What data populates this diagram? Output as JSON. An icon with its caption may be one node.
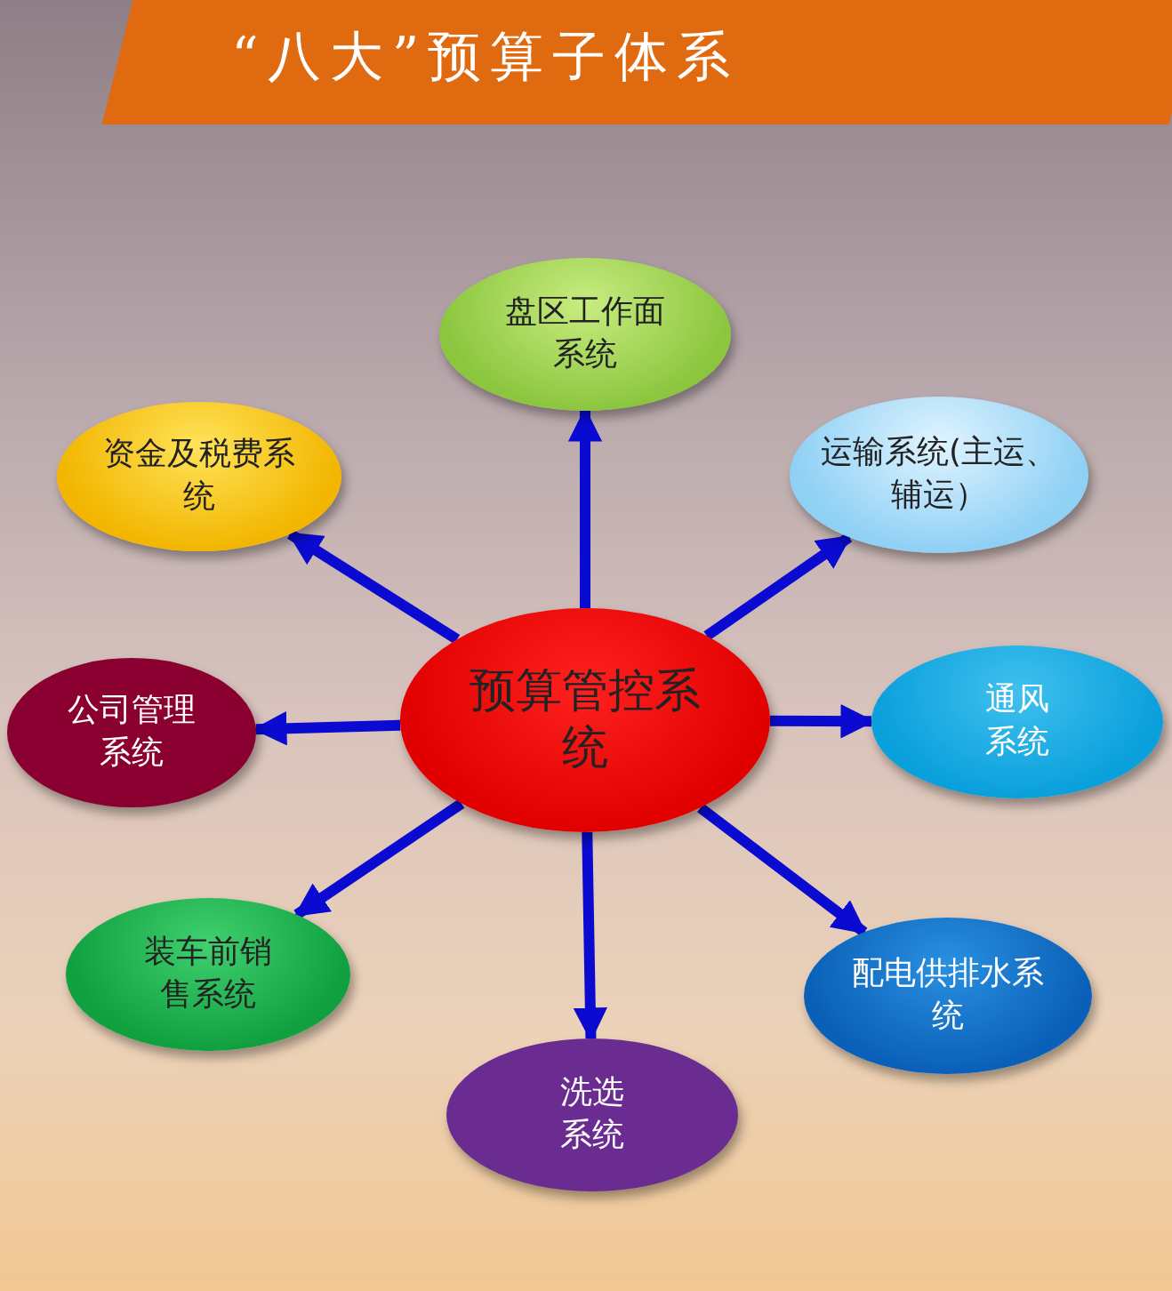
{
  "diagram": {
    "title": "“八大”预算子体系",
    "nodes": [
      {
        "text": [
          "预算管控系统"
        ]
      },
      {
        "text": [
          "盘区工作面系统"
        ]
      },
      {
        "text": [
          "资金及税费系统"
        ]
      },
      {
        "text": [
          "运输系统(主运、辅运）"
        ]
      },
      {
        "text": [
          "公司管理系统"
        ]
      },
      {
        "text": [
          "通风系统"
        ]
      },
      {
        "text": [
          "装车前销售系统"
        ]
      },
      {
        "text": [
          "配电供排水系统"
        ]
      },
      {
        "text": [
          "洗选系统"
        ]
      }
    ],
    "edges": [
      {
        "from": 0,
        "to": 1,
        "arrow": "to"
      },
      {
        "from": 0,
        "to": 2,
        "arrow": "to"
      },
      {
        "from": 0,
        "to": 3,
        "arrow": "to"
      },
      {
        "from": 0,
        "to": 4,
        "arrow": "to"
      },
      {
        "from": 0,
        "to": 5,
        "arrow": "to"
      },
      {
        "from": 0,
        "to": 6,
        "arrow": "to"
      },
      {
        "from": 0,
        "to": 7,
        "arrow": "to"
      },
      {
        "from": 0,
        "to": 8,
        "arrow": "to"
      }
    ]
  }
}
